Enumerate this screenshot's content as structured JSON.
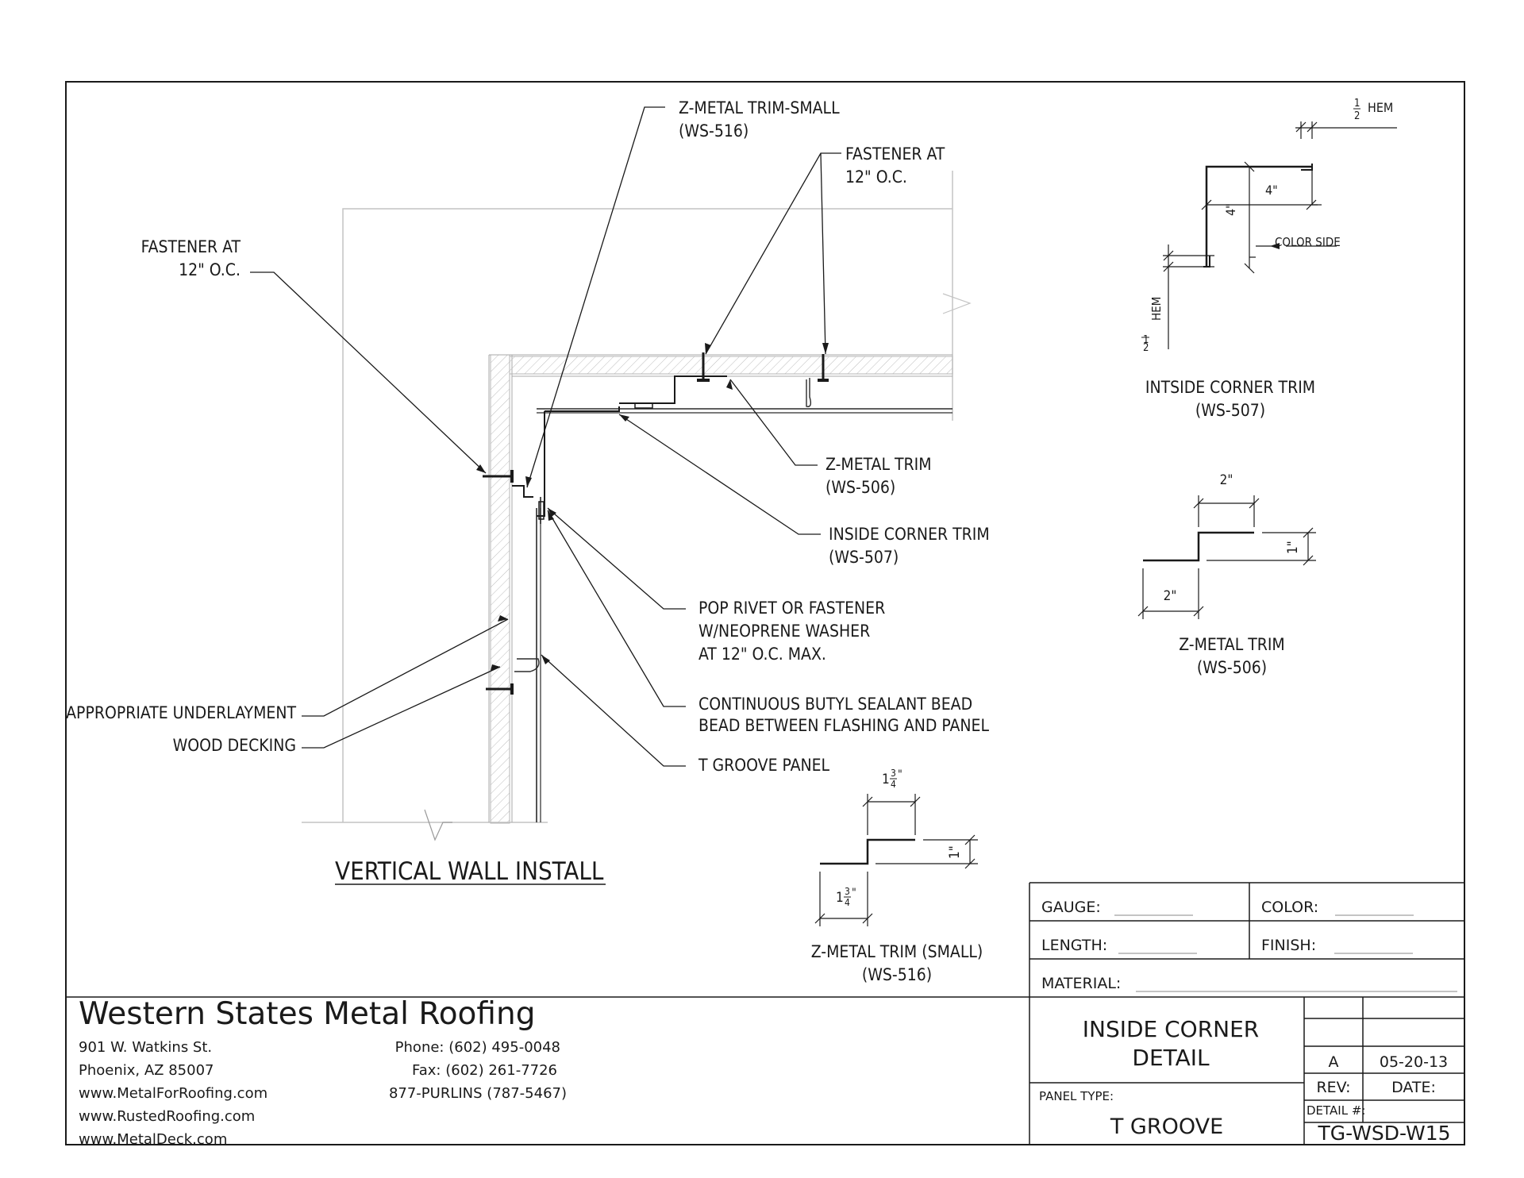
{
  "labels": {
    "fastener_left_1": "FASTENER AT",
    "fastener_left_2": "12\" O.C.",
    "z_small_1": "Z-METAL TRIM-SMALL",
    "z_small_2": "(WS-516)",
    "fastener_top_1": "FASTENER AT",
    "fastener_top_2": "12\" O.C.",
    "z_trim_1": "Z-METAL TRIM",
    "z_trim_2": "(WS-506)",
    "inside_trim_1": "INSIDE CORNER TRIM",
    "inside_trim_2": "(WS-507)",
    "pop_rivet_1": "POP RIVET OR FASTENER",
    "pop_rivet_2": "W/NEOPRENE WASHER",
    "pop_rivet_3": "AT 12\" O.C. MAX.",
    "butyl_1": "CONTINUOUS BUTYL SEALANT BEAD",
    "butyl_2": "BEAD BETWEEN FLASHING AND PANEL",
    "tgroove": "T GROOVE PANEL",
    "underlayment": "APPROPRIATE UNDERLAYMENT",
    "wood_decking": "WOOD DECKING",
    "vertical_title": "VERTICAL WALL INSTALL"
  },
  "details": {
    "inside_corner": {
      "title_1": "INTSIDE CORNER TRIM",
      "title_2": "(WS-507)",
      "hem_top": "HEM",
      "hem_side": "HEM",
      "dim_a": "4\"",
      "dim_b": "4\"",
      "color_side": "COLOR SIDE"
    },
    "z_metal": {
      "title_1": "Z-METAL TRIM",
      "title_2": "(WS-506)",
      "dim_top": "2\"",
      "dim_bottom": "2\"",
      "dim_rise": "1\""
    },
    "z_small": {
      "title_1": "Z-METAL TRIM (SMALL)",
      "title_2": "(WS-516)",
      "dim_top": "1",
      "dim_bottom": "1",
      "dim_rise": "1\""
    }
  },
  "spec": {
    "gauge": "GAUGE:",
    "color": "COLOR:",
    "length": "LENGTH:",
    "finish": "FINISH:",
    "material": "MATERIAL:"
  },
  "company": {
    "name": "Western States Metal Roofing",
    "address_1": "901 W. Watkins St.",
    "address_2": "Phoenix, AZ 85007",
    "web_1": "www.MetalForRoofing.com",
    "web_2": "www.RustedRoofing.com",
    "web_3": "www.MetalDeck.com",
    "phone": "Phone: (602) 495-0048",
    "fax": "Fax: (602) 261-7726",
    "toll": "877-PURLINS (787-5467)"
  },
  "title_block": {
    "title_1": "INSIDE CORNER",
    "title_2": "DETAIL",
    "panel_type_label": "PANEL TYPE:",
    "panel_type": "T GROOVE",
    "rev": "A",
    "date": "05-20-13",
    "rev_label": "REV:",
    "date_label": "DATE:",
    "detail_label": "DETAIL #:",
    "detail_no": "TG-WSD-W15"
  }
}
